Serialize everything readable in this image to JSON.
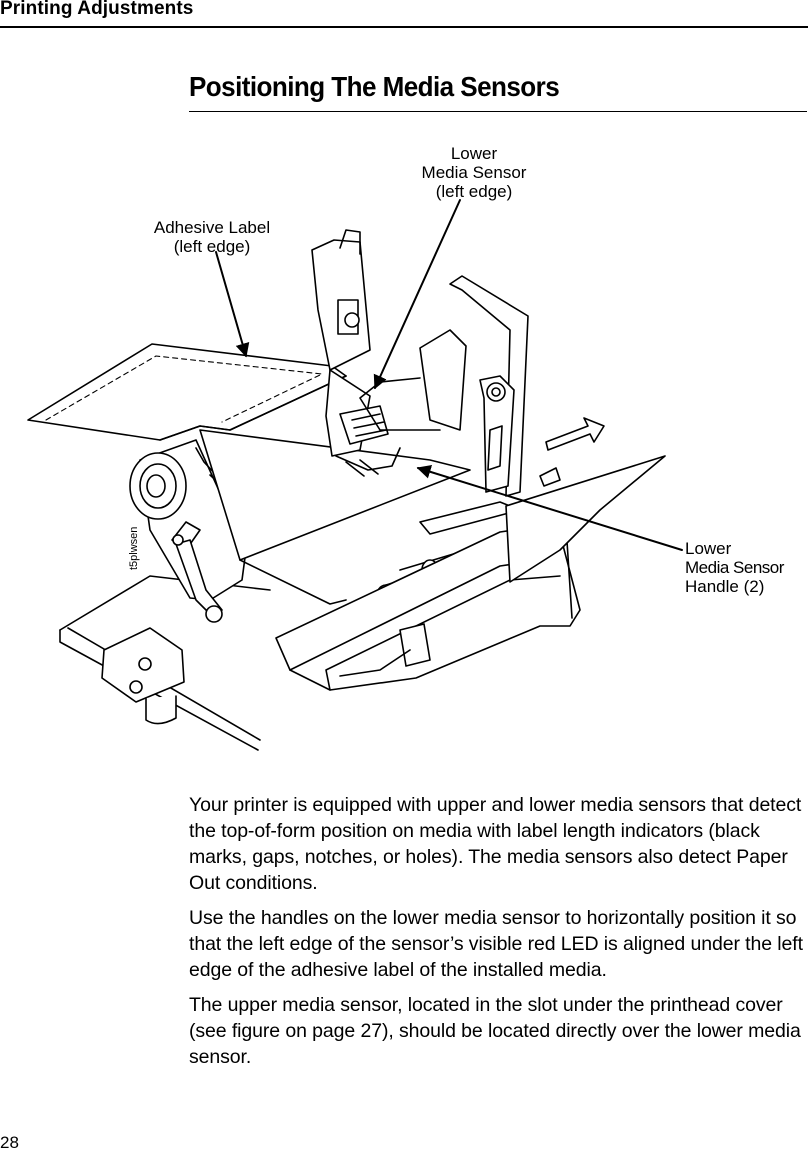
{
  "header": {
    "section": "Printing Adjustments"
  },
  "title": "Positioning The Media Sensors",
  "figure": {
    "code": "t5plwsen",
    "callouts": {
      "lower_sensor": {
        "line1": "Lower",
        "line2": "Media Sensor",
        "line3": "(left edge)"
      },
      "adhesive": {
        "line1": "Adhesive Label",
        "line2": "(left edge)"
      },
      "handle": {
        "line1": "Lower",
        "line2": "Media Sensor",
        "line3": "Handle (2)"
      }
    }
  },
  "paragraphs": [
    "Your printer is equipped with upper and lower media sensors that detect the top-of-form position on media with label length indicators (black marks, gaps, notches, or holes). The media sensors also detect Paper Out conditions.",
    "Use the handles on the lower media sensor to horizontally position it so that the left edge of the sensor’s visible red LED is aligned under the left edge of the adhesive label of the installed media.",
    "The upper media sensor, located in the slot under the printhead cover (see figure on page 27), should be located directly over the lower media sensor."
  ],
  "page_number": "28"
}
